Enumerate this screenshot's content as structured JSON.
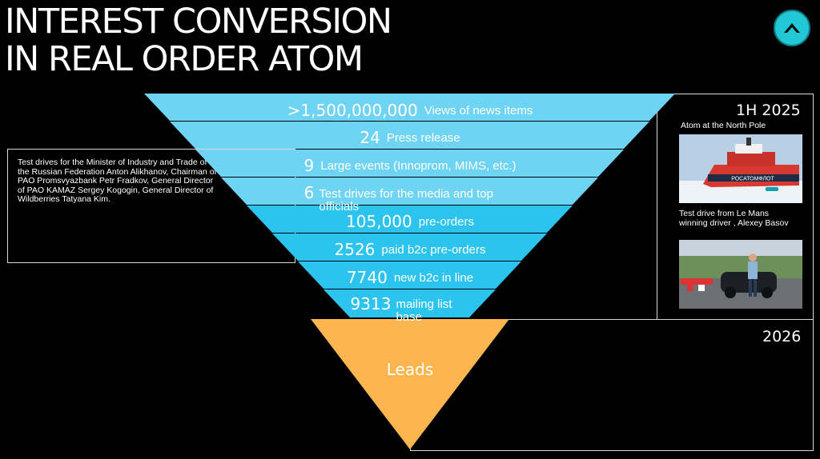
{
  "title": {
    "line1": "INTEREST CONVERSION",
    "line2": "IN REAL ORDER ATOM"
  },
  "colors": {
    "funnel_light": "#6fd3f3",
    "funnel_mid": "#2cc4ef",
    "leads": "#fdb64f",
    "logo": "#22c8d6"
  },
  "left_note": "Test drives for the Minister of Industry and Trade of the Russian Federation Anton Alikhanov, Chairman of PAO Promsvyazbank Petr Fradkov, General Director of PAO KAMAZ Sergey Kogogin, General Director of Wildberries Tatyana Kim.",
  "funnel": [
    {
      "value": ">1,500,000,000",
      "label": "Views of news items"
    },
    {
      "value": "24",
      "label": "Press release"
    },
    {
      "value": "9",
      "label": "Large events (Innoprom, MIMS, etc.)"
    },
    {
      "value": "6",
      "label": "Test drives for the media and top officials"
    },
    {
      "value": "105,000",
      "label": "pre-orders"
    },
    {
      "value": "2526",
      "label": "paid b2c pre-orders"
    },
    {
      "value": "7740",
      "label": "new b2c in line"
    },
    {
      "value": "9313",
      "label": "mailing list base"
    }
  ],
  "leads_label": "Leads",
  "right_panel": {
    "period_1": "1H 2025",
    "caption_1": "Atom at the North Pole",
    "photo_1_text": "РОСАТОМФЛОТ",
    "caption_2": "Test drive from Le Mans winning driver , Alexey Basov",
    "period_2": "2026"
  },
  "icons": {
    "logo": "chevron-up-logo-icon"
  }
}
